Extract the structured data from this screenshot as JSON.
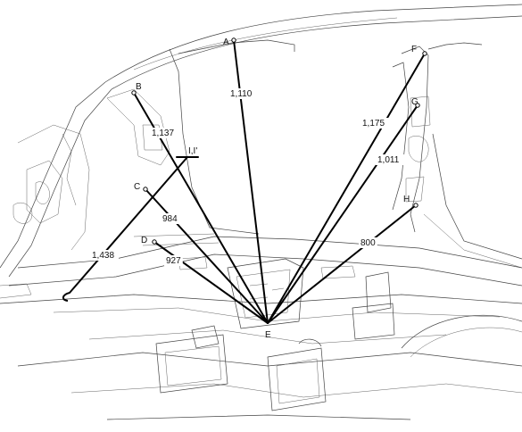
{
  "points": [
    {
      "id": "A",
      "label": "A"
    },
    {
      "id": "B",
      "label": "B"
    },
    {
      "id": "C",
      "label": "C"
    },
    {
      "id": "D",
      "label": "D"
    },
    {
      "id": "E",
      "label": "E"
    },
    {
      "id": "F",
      "label": "F"
    },
    {
      "id": "G",
      "label": "G"
    },
    {
      "id": "H",
      "label": "H"
    },
    {
      "id": "I",
      "label": "I,I'"
    }
  ],
  "measurements": [
    {
      "id": "AE",
      "value": "1,110"
    },
    {
      "id": "BE",
      "value": "1,137"
    },
    {
      "id": "IE",
      "value": "1,438"
    },
    {
      "id": "CE",
      "value": "984"
    },
    {
      "id": "DE",
      "value": "927"
    },
    {
      "id": "FE",
      "value": "1,175"
    },
    {
      "id": "GE",
      "value": "1,011"
    },
    {
      "id": "HE",
      "value": "800"
    }
  ]
}
